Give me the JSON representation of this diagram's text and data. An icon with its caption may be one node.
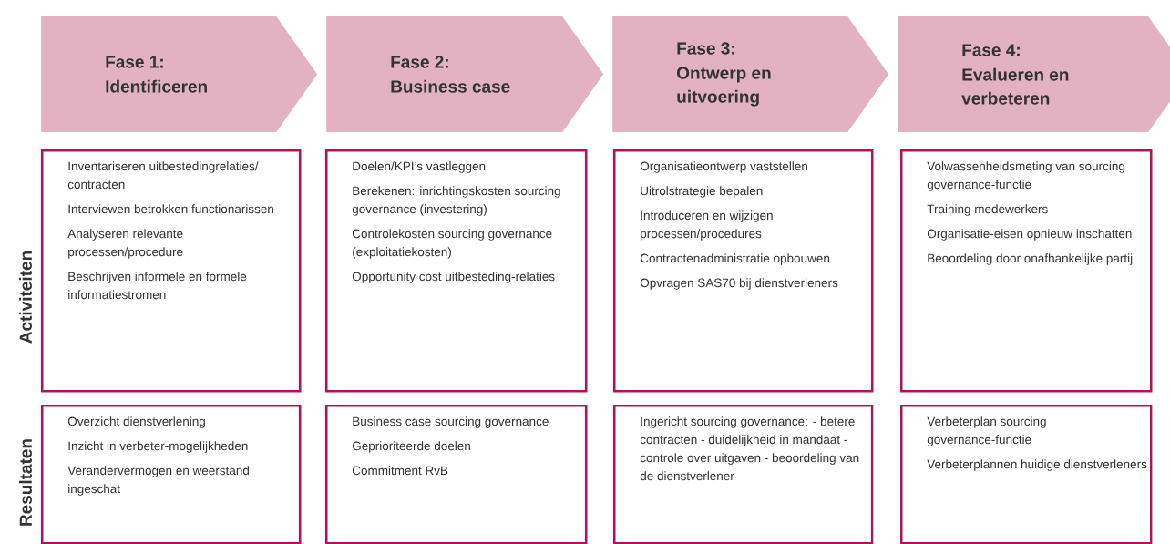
{
  "diagram": {
    "nodes": [
      {
        "text": [
          "Fase 1:",
          "Identificeren"
        ]
      },
      {
        "text": [
          "Fase 2:",
          "Business case"
        ]
      },
      {
        "text": [
          "Fase 3:",
          "Ontwerp en uitvoering"
        ]
      },
      {
        "text": [
          "Fase 4:",
          "Evalueren en verbeteren"
        ]
      },
      {
        "text": [
          "Inventariseren uitbestedingrelaties/ contracten",
          "Interviewen betrokken functionarissen",
          "Analyseren relevante processen/procedure",
          "Beschrijven informele en formele informatiestromen"
        ]
      },
      {
        "text": [
          "Doelen/KPI’s vastleggen",
          "Berekenen: inrichtingskosten sourcing governance (investering)",
          "Controlekosten sourcing governance (exploitatiekosten)",
          "Opportunity cost uitbesteding-relaties"
        ]
      },
      {
        "text": [
          "Organisatieontwerp vaststellen",
          "Uitrolstrategie bepalen",
          "Introduceren en wijzigen processen/procedures",
          "Contractenadministratie opbouwen",
          "Opvragen SAS70 bij dienstverleners"
        ]
      },
      {
        "text": [
          "Volwassenheidsmeting van sourcing governance-functie",
          "Training medewerkers",
          "Organisatie-eisen opnieuw inschatten",
          "Beoordeling door onafhankelijke partij"
        ]
      },
      {
        "text": [
          "Overzicht dienstverlening",
          "Inzicht in verbeter-mogelijkheden",
          "Verandervermogen en weerstand ingeschat"
        ]
      },
      {
        "text": [
          "Business case sourcing governance",
          "Geprioriteerde doelen",
          "Commitment RvB"
        ]
      },
      {
        "text": [
          "Ingericht sourcing governance: - betere contracten - duidelijkheid in mandaat - controle over uitgaven - beoordeling van de dienstverlener"
        ]
      },
      {
        "text": [
          "Verbeterplan sourcing governance-functie",
          "Verbeterplannen huidige dienstverleners"
        ]
      }
    ],
    "labels": [
      "Activiteiten",
      "Resultaten"
    ]
  }
}
